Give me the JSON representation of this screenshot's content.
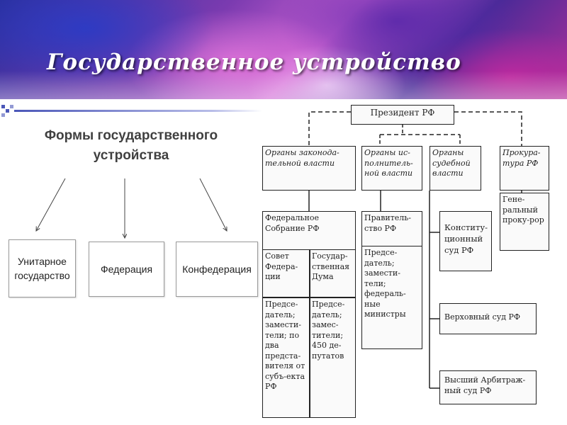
{
  "slide": {
    "title": "Государственное устройство"
  },
  "left": {
    "heading": "Формы государственного устройства",
    "forms": [
      {
        "label": "Унитарное государство"
      },
      {
        "label": "Федерация"
      },
      {
        "label": "Конфедерация"
      }
    ]
  },
  "chart": {
    "president": "Президент РФ",
    "branches": {
      "legislative": "Органы законода-тельной власти",
      "executive": "Органы ис-полнитель-ной власти",
      "judicial": "Органы судебной власти",
      "prosecution": "Прокура-тура РФ"
    },
    "legislative": {
      "assembly": "Федеральное Собрание РФ",
      "council": "Совет Федера-ции",
      "duma": "Государ-ственная Дума",
      "council_members": "Предсе-датель; замести-тели; по два предста-вителя от субъ-екта РФ",
      "duma_members": "Предсе-датель; замес-тители; 450 де-путатов"
    },
    "executive": {
      "government": "Правитель-ство РФ",
      "members": "Предсе-датель; замести-тели; федераль-ные министры"
    },
    "judicial": {
      "constitutional": "Конститу-ционный суд РФ",
      "supreme": "Верховный суд РФ",
      "arbitration": "Высший Арбитраж-ный суд РФ"
    },
    "prosecution": {
      "general": "Гене-ральный проку-рор"
    }
  }
}
